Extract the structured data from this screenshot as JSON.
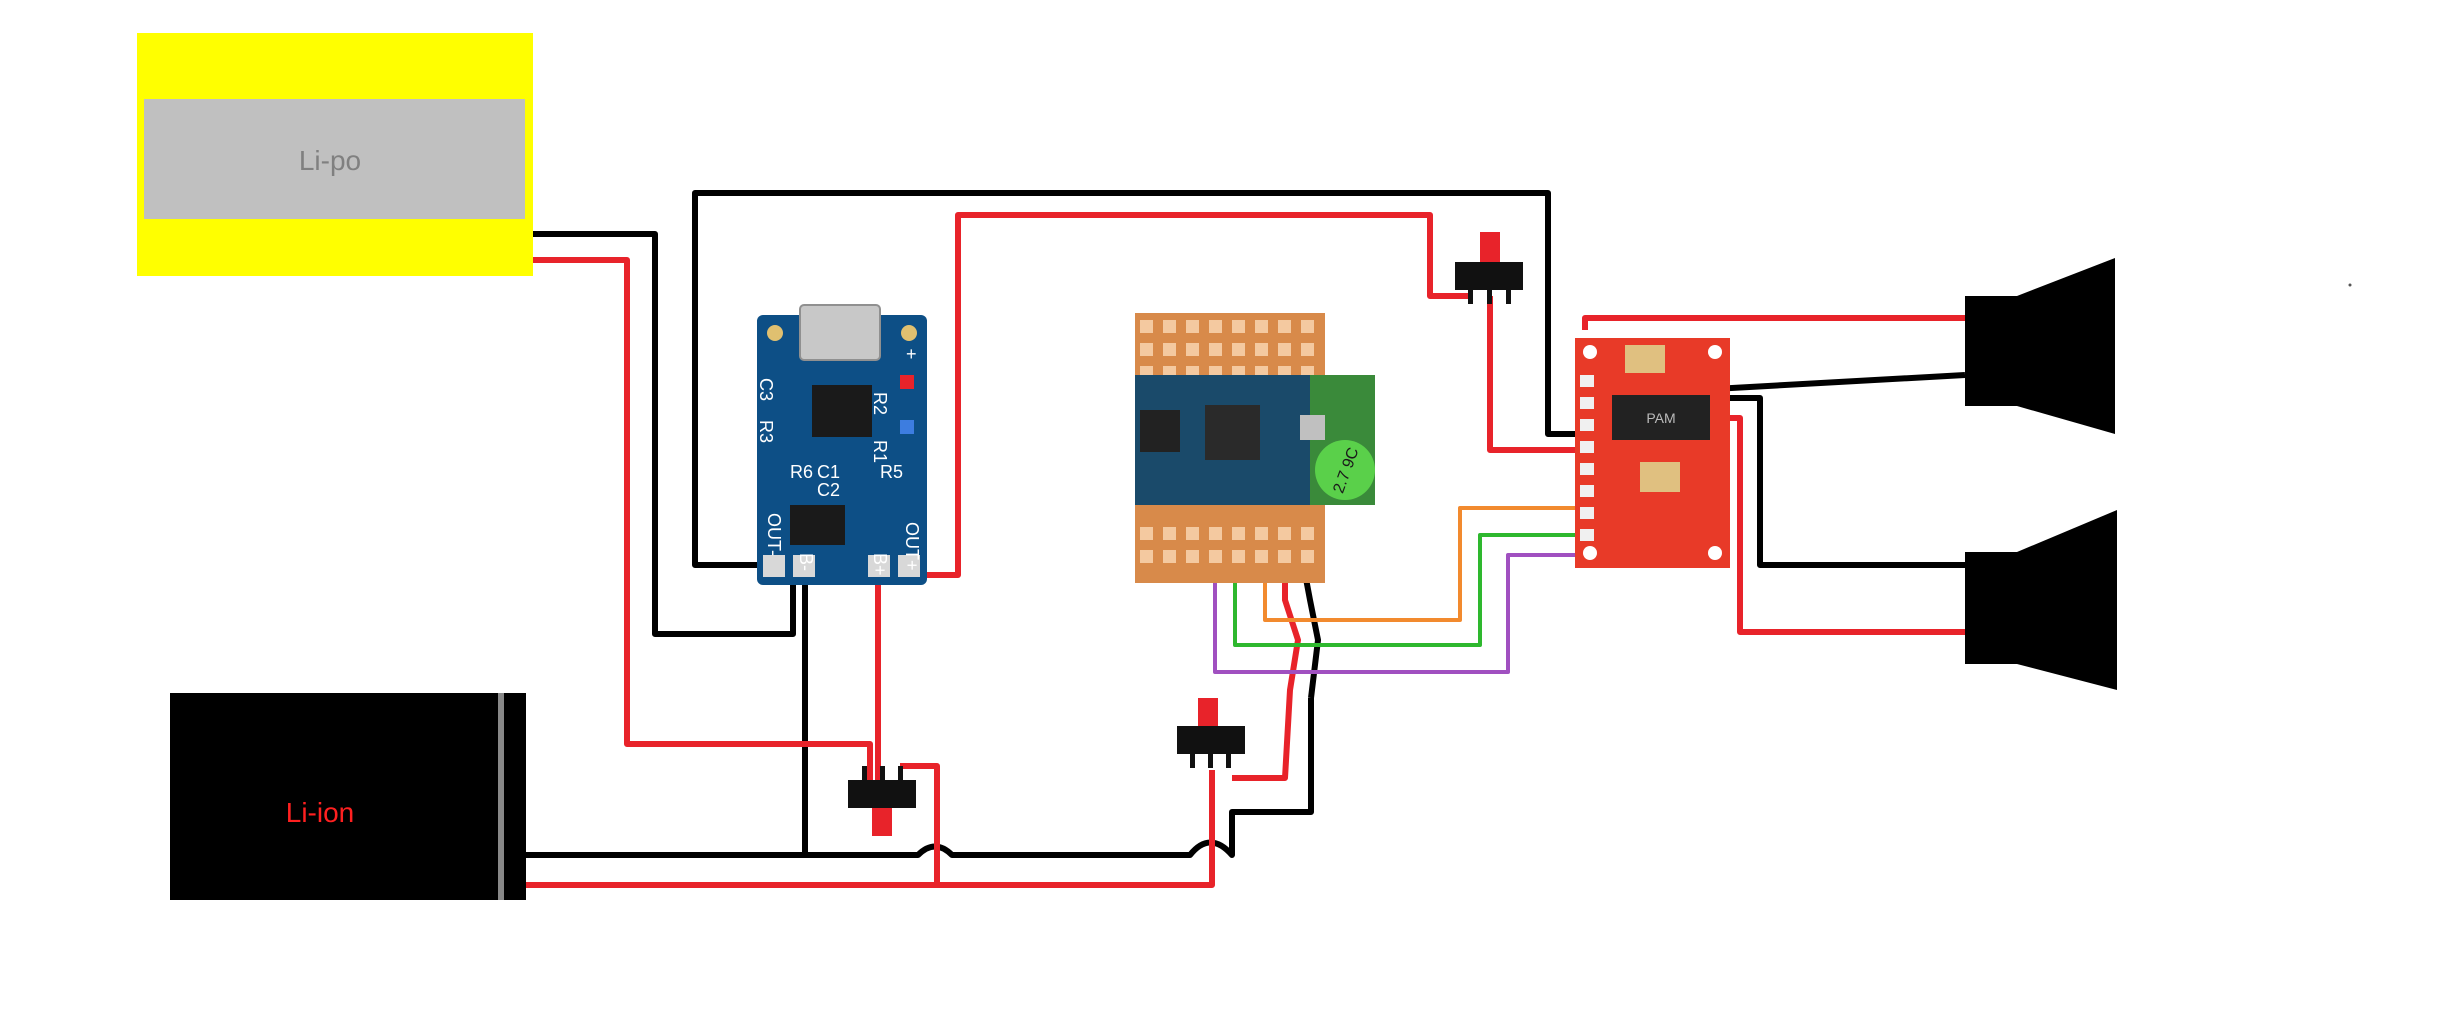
{
  "batteries": {
    "lipo": {
      "label": "Li-po",
      "label_color": "#808080",
      "body_color": "#ffff00",
      "inner_color": "#c0c0c0"
    },
    "liion": {
      "label": "Li-ion",
      "label_color": "#ff2020",
      "body_color": "#000000"
    }
  },
  "charger": {
    "name": "TP4056 charger module",
    "markings": {
      "out_minus": "OUT-",
      "b_minus": "B-",
      "b_plus": "B+",
      "out_plus": "OUT+",
      "plus": "+",
      "r6": "R6",
      "c1": "C1",
      "c2": "C2",
      "r5": "R5",
      "r3": "R3",
      "r1": "R1",
      "r2": "R2",
      "c3": "C3"
    }
  },
  "bluetooth": {
    "name": "Bluetooth audio module",
    "antenna_marking": "2.7 9C"
  },
  "amplifier": {
    "name": "PAM8403 amplifier board",
    "chip_marking": "PAM"
  },
  "switches": [
    "switch-top",
    "switch-bottom-left",
    "switch-bottom-middle"
  ],
  "speakers": [
    "speaker-top",
    "speaker-bottom"
  ],
  "wire_colors": {
    "positive": "#e8232a",
    "negative": "#000000",
    "audio_left": "#f28a2e",
    "audio_right": "#2eb82e",
    "audio_ground": "#a050c0"
  }
}
